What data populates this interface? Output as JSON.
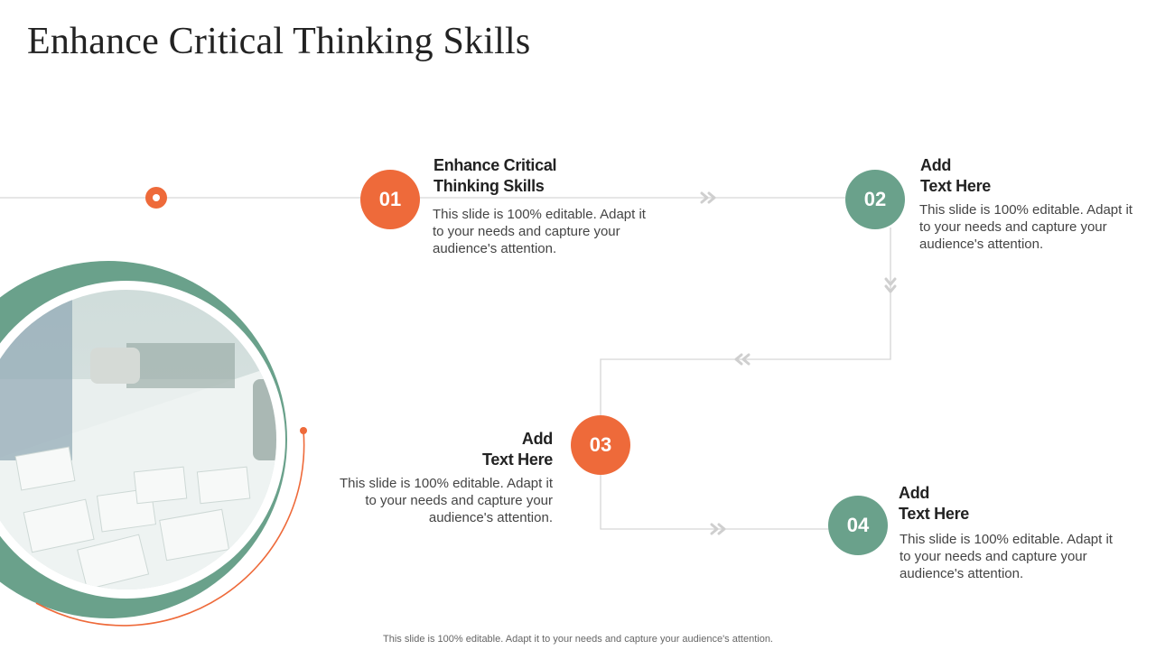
{
  "title": "Enhance Critical Thinking Skills",
  "steps": [
    {
      "number": "01",
      "title_line1": "Enhance Critical",
      "title_line2": "Thinking Skills",
      "description": "This slide is 100% editable. Adapt it to your needs and capture your audience's attention."
    },
    {
      "number": "02",
      "title_line1": "Add",
      "title_line2": "Text Here",
      "description": "This slide is 100% editable. Adapt it to your needs and capture your audience's attention."
    },
    {
      "number": "03",
      "title_line1": "Add",
      "title_line2": "Text Here",
      "description": "This slide is 100% editable. Adapt it to your needs and capture your audience's attention."
    },
    {
      "number": "04",
      "title_line1": "Add",
      "title_line2": "Text Here",
      "description": "This slide is 100% editable. Adapt it to your needs and capture your audience's attention."
    }
  ],
  "footer": "This slide is 100% editable. Adapt it to your needs and capture your audience's attention.",
  "colors": {
    "orange": "#ee6a3a",
    "green": "#6aa18b",
    "line": "#d6d6d6",
    "arrow": "#cfcfcf"
  }
}
